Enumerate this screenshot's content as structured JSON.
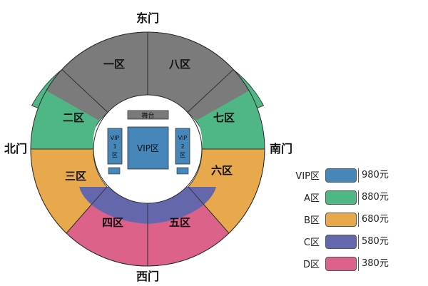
{
  "gates": {
    "east": "东门",
    "south": "南门",
    "west": "西门",
    "north": "北门"
  },
  "stage": {
    "label": "舞台",
    "center": "VIP区",
    "vip1": [
      "VIP",
      "1",
      "区"
    ],
    "vip2": [
      "VIP",
      "2",
      "区"
    ]
  },
  "zones": {
    "z1": "一区",
    "z2": "二区",
    "z3": "三区",
    "z4": "四区",
    "z5": "五区",
    "z6": "六区",
    "z7": "七区",
    "z8": "八区"
  },
  "legend": [
    {
      "label": "VIP区",
      "price": "980元",
      "color": "#4786b8"
    },
    {
      "label": "A区",
      "price": "880元",
      "color": "#4fb686"
    },
    {
      "label": "B区",
      "price": "680元",
      "color": "#e8a94d"
    },
    {
      "label": "C区",
      "price": "580元",
      "color": "#6467ac"
    },
    {
      "label": "D区",
      "price": "380元",
      "color": "#dc6289"
    }
  ],
  "colors": {
    "grey": "#7b7b7b",
    "a": "#4fb686",
    "b": "#e8a94d",
    "c": "#6467ac",
    "d": "#dc6289",
    "vip": "#4786b8",
    "stage": "#7a7a7a"
  }
}
